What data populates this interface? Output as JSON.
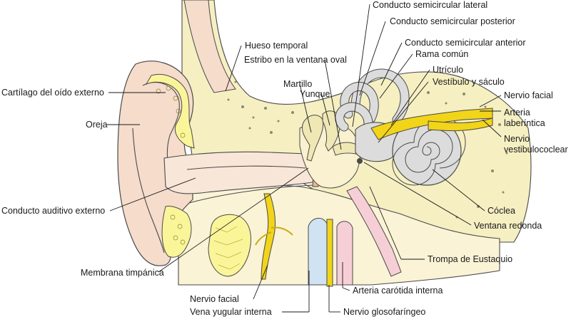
{
  "labels": {
    "conducto_semicircular_lateral": "Conducto semicircular lateral",
    "conducto_semicircular_posterior": "Conducto semicircular posterior",
    "hueso_temporal": "Hueso temporal",
    "conducto_semicircular_anterior": "Conducto semicircular anterior",
    "estribo": "Estribo en la ventana oval",
    "rama_comun": "Rama común",
    "utriculo": "Utrículo",
    "martillo": "Martillo",
    "vestibulo_saculo": "Vestíbulo y sáculo",
    "yunque": "Yunque",
    "cartilago": "Cartílago del oído externo",
    "nervio_facial_right": "Nervio facial",
    "arteria_laberintica_1": "Arteria",
    "arteria_laberintica_2": "laberíntica",
    "oreja": "Oreja",
    "nervio_vestibulococlear_1": "Nervio",
    "nervio_vestibulococlear_2": "vestibulococlear",
    "conducto_auditivo": "Conducto auditivo externo",
    "coclea": "Cóclea",
    "ventana_redonda": "Ventana redonda",
    "trompa_eustaquio": "Trompa de Eustaquio",
    "membrana_timpanica": "Membrana timpánica",
    "arteria_carotida": "Arteria carótida interna",
    "nervio_facial_bottom": "Nervio facial",
    "vena_yugular": "Vena yugular interna",
    "nervio_glosofaringeo": "Nervio glosofaríngeo"
  },
  "colors": {
    "skin": "#f5dccb",
    "bone": "#f6efc2",
    "cartilage": "#fbf59a",
    "nerve": "#f2d419",
    "vein": "#cfe3f3",
    "artery": "#f6cfd6",
    "labyrinth": "#dcdcdc",
    "outline": "#4a4a4a"
  }
}
